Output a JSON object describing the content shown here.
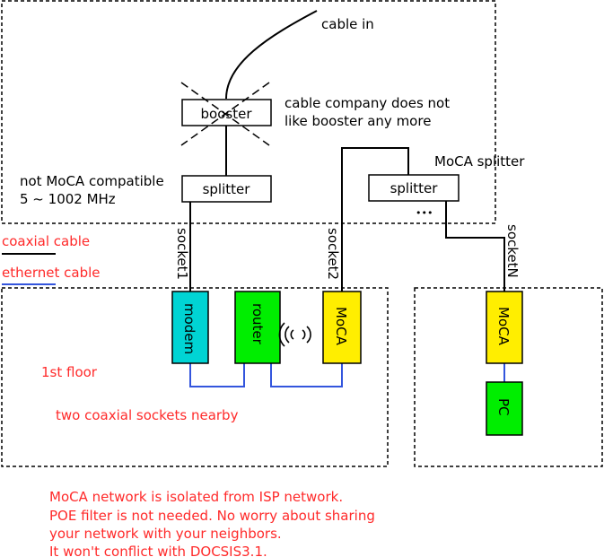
{
  "labels": {
    "cable_in": "cable in",
    "booster": "booster",
    "booster_note": [
      "cable company does not",
      "like booster any more"
    ],
    "splitter_left": "splitter",
    "splitter_right": "splitter",
    "moca_splitter": "MoCA splitter",
    "not_moca": [
      "not MoCA compatible",
      "5 ~ 1002 MHz"
    ],
    "ellipsis": "•••",
    "legend_coax": "coaxial cable",
    "legend_ethernet": "ethernet cable",
    "socket1": "socket1",
    "socket2": "socket2",
    "socketN": "socketN",
    "modem": "modem",
    "router": "router",
    "moca_left": "MoCA",
    "moca_right": "MoCA",
    "pc": "PC",
    "floor": "1st floor",
    "two_sockets": "two coaxial sockets nearby",
    "notes": [
      "MoCA network is isolated from ISP network.",
      "POE filter is not needed. No worry about sharing",
      "your network with your neighbors.",
      "It won't conflict with DOCSIS3.1."
    ]
  },
  "colors": {
    "coax": "#000000",
    "ethernet": "#3355dd",
    "modem": "#00d4d4",
    "router": "#00ee00",
    "moca": "#ffee00",
    "pc": "#00ee00",
    "note_text": "#ff2a2a"
  }
}
